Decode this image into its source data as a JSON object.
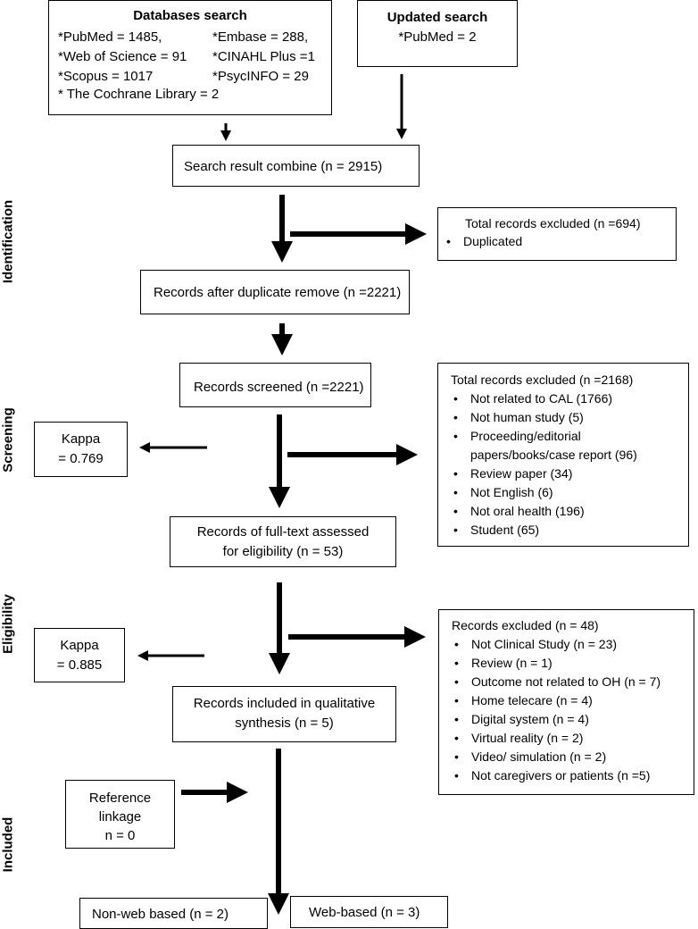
{
  "databases": {
    "title": "Databases search",
    "col1": [
      "*PubMed = 1485,",
      "*Web of Science = 91",
      "*Scopus = 1017"
    ],
    "col2": [
      "*Embase = 288,",
      "*CINAHL Plus =1",
      "*PsycINFO = 29"
    ],
    "last": "* The Cochrane Library = 2"
  },
  "updated": {
    "title": "Updated search",
    "line": "*PubMed  =  2"
  },
  "combine": "Search result combine (n = 2915)",
  "excluded1": {
    "title": "Total records excluded (n =694)",
    "items": [
      "Duplicated"
    ]
  },
  "after_dup": "Records after duplicate remove (n =2221)",
  "screened": "Records screened (n =2221)",
  "excluded2": {
    "title": "Total records excluded (n =2168)",
    "items": [
      "Not related to CAL (1766)",
      "Not human study (5)",
      "Proceeding/editorial papers/books/case report (96)",
      "Review paper   (34)",
      "Not English (6)",
      "Not oral health (196)",
      "Student (65)"
    ]
  },
  "kappa1": {
    "line1": "Kappa",
    "line2": "= 0.769"
  },
  "fulltext": {
    "line1": "Records of full-text assessed",
    "line2": "for eligibility (n = 53)"
  },
  "excluded3": {
    "title": "Records excluded (n = 48)",
    "items": [
      "Not Clinical Study (n = 23)",
      "Review (n = 1)",
      "Outcome not related to OH (n = 7)",
      "Home telecare (n = 4)",
      "Digital system (n = 4)",
      "Virtual reality (n = 2)",
      "Video/ simulation (n = 2)",
      "Not caregivers or patients (n =5)"
    ]
  },
  "kappa2": {
    "line1": "Kappa",
    "line2": "= 0.885"
  },
  "included": {
    "line1": "Records included in qualitative",
    "line2": "synthesis (n = 5)"
  },
  "reference": {
    "line1": "Reference",
    "line2": "linkage",
    "line3": "n = 0"
  },
  "nonweb": "Non-web based (n = 2)",
  "web": "Web-based (n = 3)",
  "stages": {
    "identification": "Identification",
    "screening": "Screening",
    "eligibility": "Eligibility",
    "included": "Included"
  }
}
